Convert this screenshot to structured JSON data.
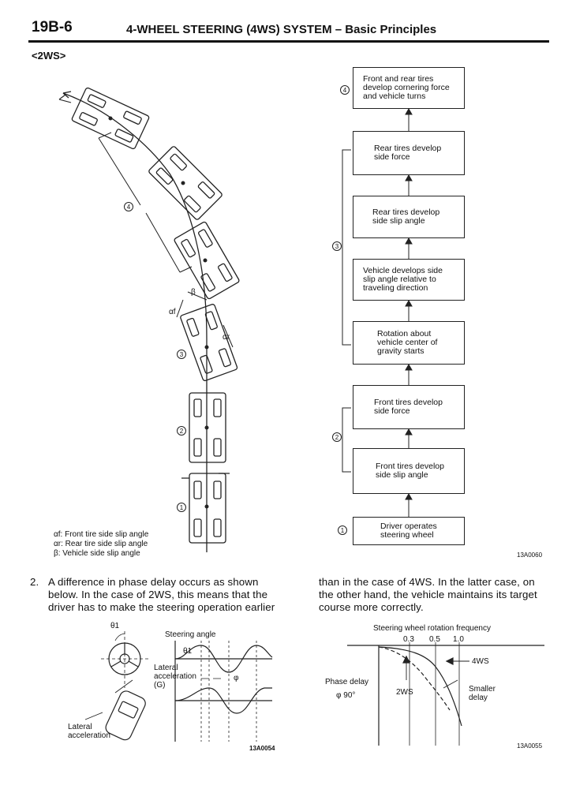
{
  "header": {
    "page_number": "19B-6",
    "title": "4-WHEEL STEERING (4WS) SYSTEM – Basic Principles"
  },
  "section_label": "<2WS>",
  "left_diagram": {
    "stage_markers": [
      "1",
      "2",
      "3",
      "4"
    ],
    "angle_labels": {
      "beta": "β",
      "alpha_f": "αf",
      "alpha_r": "αr"
    },
    "legend": [
      "αf: Front tire side slip angle",
      "αr: Rear tire side slip angle",
      "β: Vehicle side slip angle"
    ]
  },
  "flowchart": {
    "boxes": [
      {
        "marker": "4",
        "text": "Front and rear tires\ndevelop cornering force\nand vehicle turns"
      },
      {
        "marker": "",
        "text": "Rear tires develop\nside force"
      },
      {
        "marker": "",
        "text": "Rear tires develop\nside slip angle"
      },
      {
        "marker": "",
        "text": "Vehicle develops side\nslip angle relative to\ntraveling direction"
      },
      {
        "marker": "",
        "text": "Rotation about\nvehicle center of\ngravity starts"
      },
      {
        "marker": "",
        "text": "Front tires develop\nside force"
      },
      {
        "marker": "",
        "text": "Front tires develop\nside slip angle"
      },
      {
        "marker": "1",
        "text": "Driver operates\nsteering wheel"
      }
    ],
    "group_markers": {
      "stage3": "3",
      "stage2": "2"
    },
    "code": "13A0060"
  },
  "paragraph": {
    "number": "2.",
    "left_lines": [
      "A difference in phase delay occurs as shown",
      "below. In the case of 2WS, this means that the",
      "driver has to make the steering operation earlier"
    ],
    "right_lines": [
      "than in the case of 4WS. In the latter case, on",
      "the other hand, the vehicle maintains its target",
      "course more correctly."
    ]
  },
  "fig_left": {
    "theta_label": "θ1",
    "theta_label2": "θ1",
    "steering_angle": "Steering angle",
    "lateral_accel_g": "Lateral\nacceleration\n(G)",
    "phi": "φ",
    "lateral_accel": "Lateral\nacceleration",
    "code": "13A0054"
  },
  "fig_right": {
    "title": "Steering wheel rotation frequency",
    "ticks": [
      "0.3",
      "0.5",
      "1.0"
    ],
    "phase_delay": "Phase delay",
    "phi90": "φ 90°",
    "label_2ws": "2WS",
    "label_4ws": "4WS",
    "smaller_delay": "Smaller\ndelay",
    "code": "13A0055"
  }
}
